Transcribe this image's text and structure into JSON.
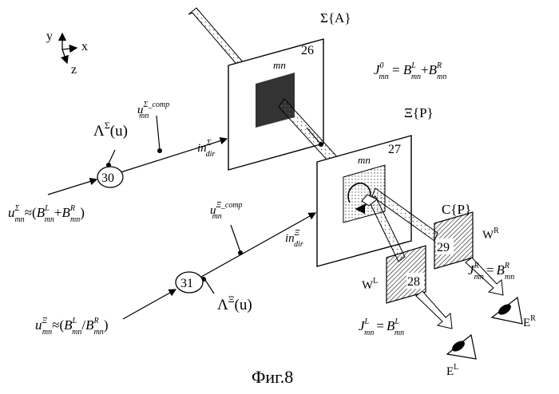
{
  "axes": {
    "y": "y",
    "x": "x",
    "z": "z"
  },
  "panels": {
    "sigma": {
      "number": "26",
      "title": "Σ{A}",
      "cell": "mn"
    },
    "xi": {
      "number": "27",
      "title": "Ξ{P}",
      "cell": "mn"
    },
    "c": {
      "title": "C{P}"
    }
  },
  "eyes": {
    "left_panel": {
      "number": "28",
      "label": "W",
      "sup": "L"
    },
    "right_panel": {
      "number": "29",
      "label": "W",
      "sup": "R"
    },
    "left_eye": {
      "label": "E",
      "sup": "L"
    },
    "right_eye": {
      "label": "E",
      "sup": "R"
    }
  },
  "nodes": {
    "n30": {
      "number": "30"
    },
    "n31": {
      "number": "31"
    },
    "lambda_sigma": {
      "base": "Λ",
      "sup": "Σ",
      "arg": "(u)"
    },
    "lambda_xi": {
      "base": "Λ",
      "sup": "Ξ",
      "arg": "(u)"
    }
  },
  "equations": {
    "j0": {
      "lhs": "J",
      "lhs_sup": "0",
      "lhs_sub": "mn",
      "rhs1": "B",
      "rhs1_sup": "L",
      "rhs1_sub": "mn",
      "op": "+",
      "rhs2": "B",
      "rhs2_sup": "R",
      "rhs2_sub": "mn"
    },
    "u_sigma": {
      "lhs": "u",
      "lhs_sup": "Σ",
      "lhs_sub": "mn",
      "approx": "≈",
      "open": "(",
      "rhs1": "B",
      "rhs1_sup": "L",
      "rhs1_sub": "mn",
      "op": "+",
      "rhs2": "B",
      "rhs2_sup": "R",
      "rhs2_sub": "mn",
      "close": ")"
    },
    "u_xi": {
      "lhs": "u",
      "lhs_sup": "Ξ",
      "lhs_sub": "mn",
      "approx": "≈",
      "open": "(",
      "rhs1": "B",
      "rhs1_sup": "L",
      "rhs1_sub": "mn",
      "op": "/",
      "rhs2": "B",
      "rhs2_sup": "R",
      "rhs2_sub": "mn",
      "close": ")"
    },
    "jl": {
      "lhs": "J",
      "lhs_sup": "L",
      "lhs_sub": "mn",
      "eq": "=",
      "rhs": "B",
      "rhs_sup": "L",
      "rhs_sub": "mn"
    },
    "jr": {
      "lhs": "J",
      "lhs_sup": "R",
      "lhs_sub": "mn",
      "eq": "=",
      "rhs": "B",
      "rhs_sup": "R",
      "rhs_sub": "mn"
    }
  },
  "signals": {
    "u_sigma_comp": {
      "base": "u",
      "sup": "Σ_comp",
      "sub": "mn"
    },
    "u_xi_comp": {
      "base": "u",
      "sup": "Ξ_comp",
      "sub": "mn"
    },
    "in_sigma": {
      "base": "in",
      "sup": "Σ",
      "sub": "dir"
    },
    "in_xi": {
      "base": "in",
      "sup": "Ξ",
      "sub": "dir"
    }
  },
  "caption": "Фиг.8"
}
